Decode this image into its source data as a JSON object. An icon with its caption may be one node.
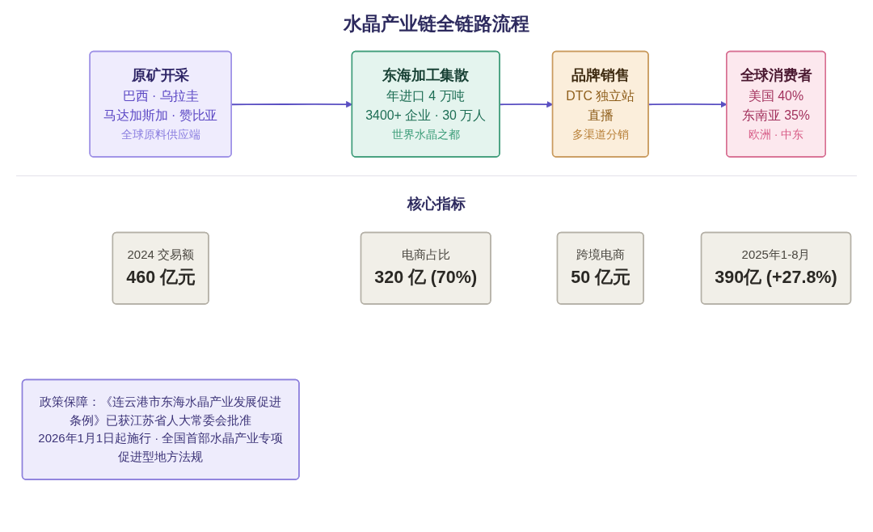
{
  "diagram": {
    "title": "水晶产业链全链路流程",
    "nodes": [
      {
        "text": [
          "原矿开采",
          "巴西 · 乌拉圭",
          "马达加斯加 · 赞比亚",
          "全球原料供应端"
        ]
      },
      {
        "text": [
          "东海加工集散",
          "年进口 4 万吨",
          "3400+ 企业 · 30 万人",
          "世界水晶之都"
        ]
      },
      {
        "text": [
          "品牌销售",
          "DTC 独立站",
          "直播",
          "多渠道分销"
        ]
      },
      {
        "text": [
          "全球消费者",
          "美国 40%",
          "东南亚 35%",
          "欧洲 · 中东"
        ]
      },
      {
        "text": [
          "2024 交易额",
          "460 亿元"
        ]
      },
      {
        "text": [
          "电商占比",
          "320 亿 (70%)"
        ]
      },
      {
        "text": [
          "跨境电商",
          "50 亿元"
        ]
      },
      {
        "text": [
          "2025年1-8月",
          "390亿 (+27.8%)"
        ]
      },
      {
        "text": [
          "政策保障：《连云港市东海水晶产业发展促进条例》已获江苏省人大常委会批准",
          "2026年1月1日起施行 · 全国首部水晶产业专项促进型地方法规"
        ]
      }
    ],
    "edges": [
      {
        "from": 0,
        "to": 1,
        "arrow": "to"
      },
      {
        "from": 1,
        "to": 2,
        "arrow": "to"
      },
      {
        "from": 2,
        "to": 3,
        "arrow": "to"
      }
    ],
    "labels": [
      "核心指标"
    ]
  }
}
